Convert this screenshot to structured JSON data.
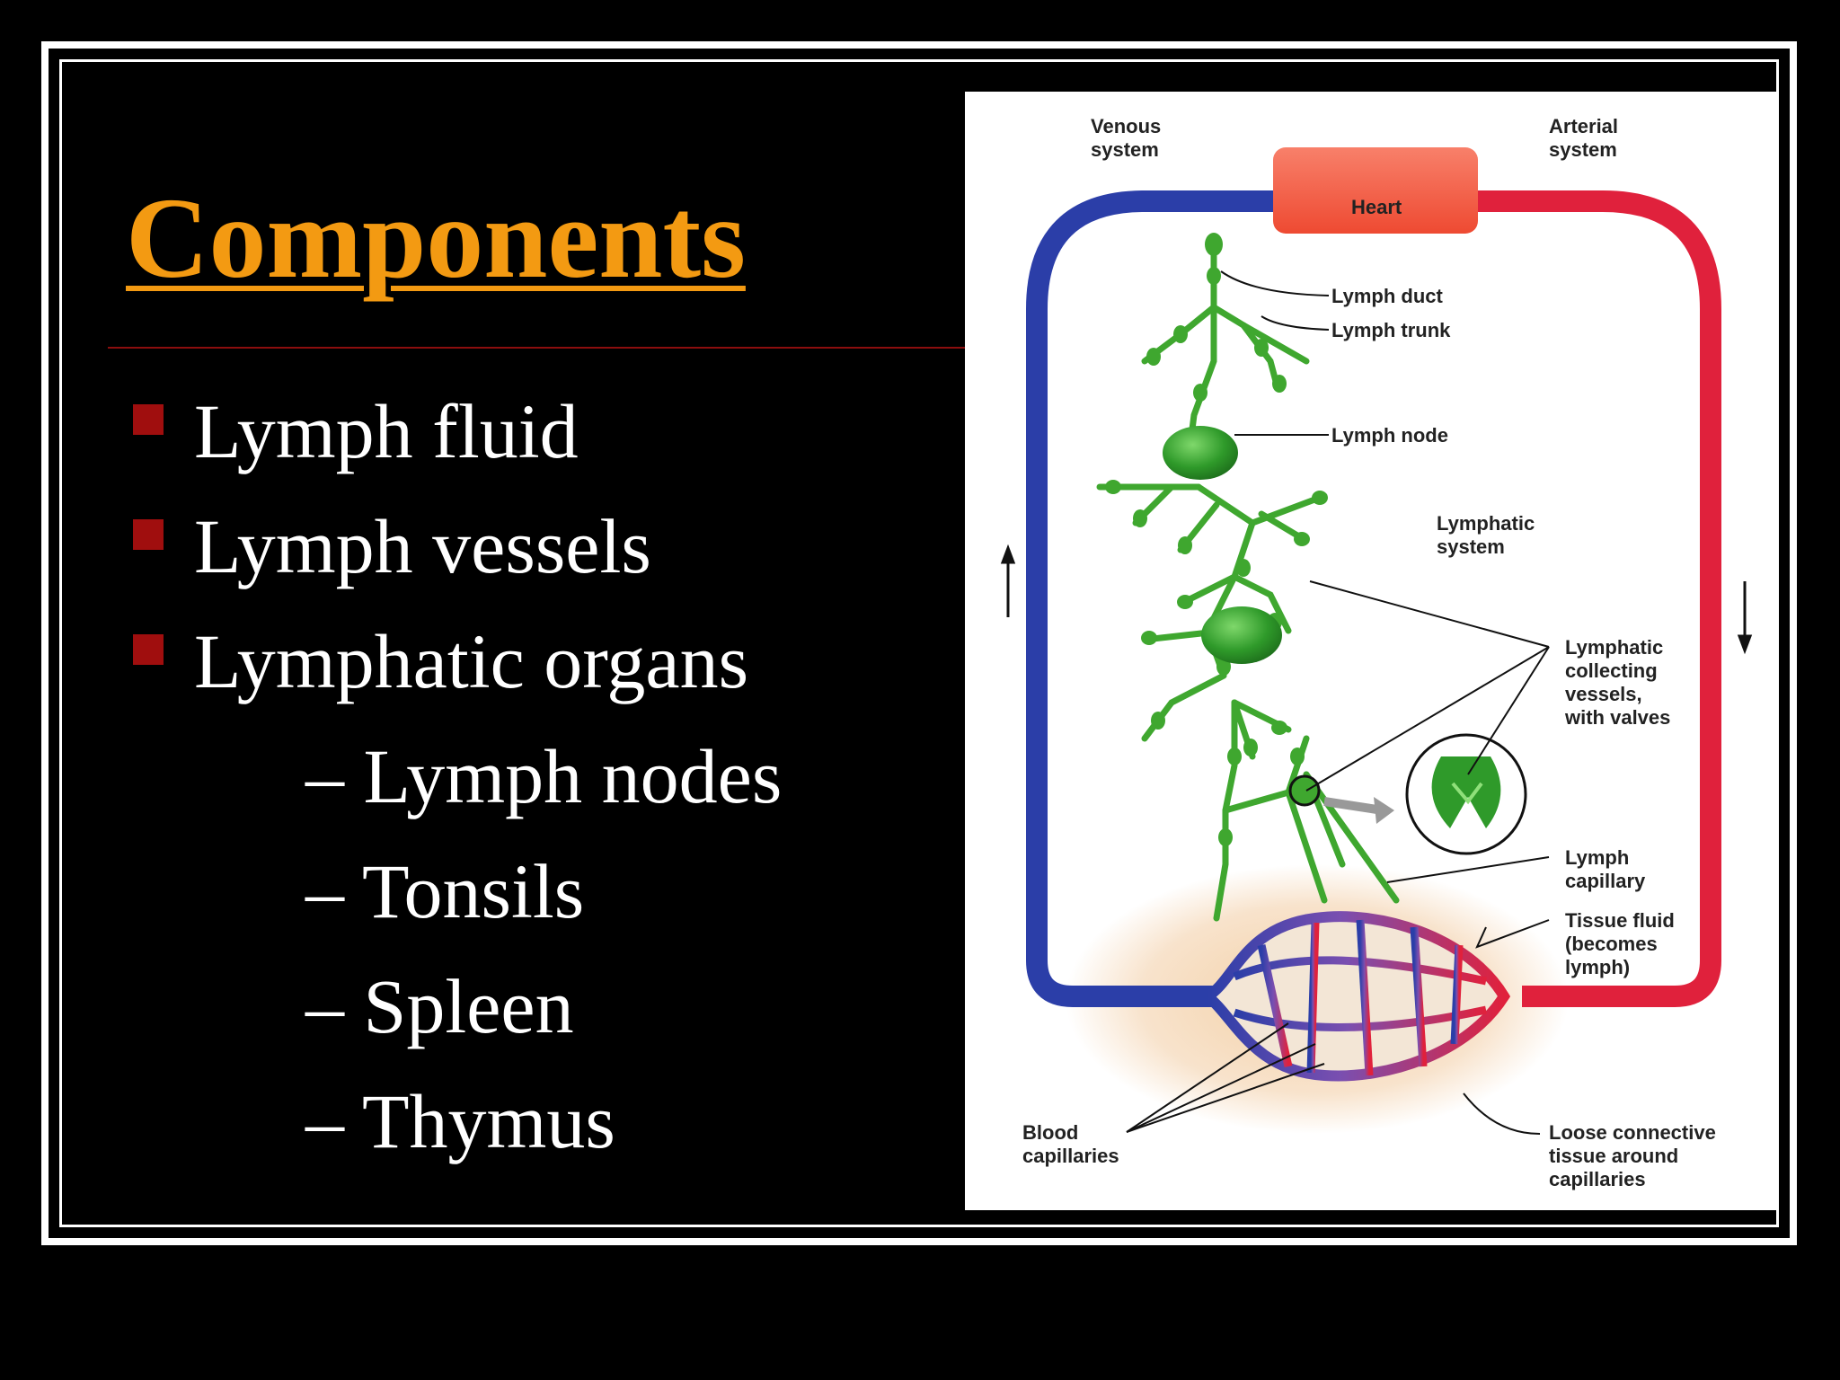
{
  "slide": {
    "title": "Components",
    "bullets": [
      {
        "text": "Lymph fluid",
        "level": 1
      },
      {
        "text": "Lymph vessels",
        "level": 1
      },
      {
        "text": " Lymphatic organs",
        "level": 1
      },
      {
        "text": "– Lymph nodes",
        "level": 2
      },
      {
        "text": "– Tonsils",
        "level": 2
      },
      {
        "text": "– Spleen",
        "level": 2
      },
      {
        "text": "– Thymus",
        "level": 2
      }
    ],
    "colors": {
      "background": "#000000",
      "title": "#f39a12",
      "bullet_marker": "#a00e0e",
      "divider": "#8b0e0e",
      "text": "#ffffff"
    }
  },
  "figure": {
    "labels": {
      "venous": [
        "Venous",
        "system"
      ],
      "arterial": [
        "Arterial",
        "system"
      ],
      "heart": "Heart",
      "lymph_duct": "Lymph duct",
      "lymph_trunk": "Lymph trunk",
      "lymph_node": "Lymph node",
      "lymphatic_system": [
        "Lymphatic",
        "system"
      ],
      "collecting": [
        "Lymphatic",
        "collecting",
        "vessels,",
        "with valves"
      ],
      "capillary": [
        "Lymph",
        "capillary"
      ],
      "tissue_fluid": [
        "Tissue fluid",
        "(becomes",
        "lymph)"
      ],
      "blood_capillaries": [
        "Blood",
        "capillaries"
      ],
      "loose_tissue": [
        "Loose connective",
        "tissue around",
        "capillaries"
      ]
    },
    "colors": {
      "venous": "#2b3ea8",
      "arterial": "#e0213c",
      "heart": "#f2634a",
      "lymph": "#3fa72f",
      "tissue": "#f6dcc0"
    }
  }
}
